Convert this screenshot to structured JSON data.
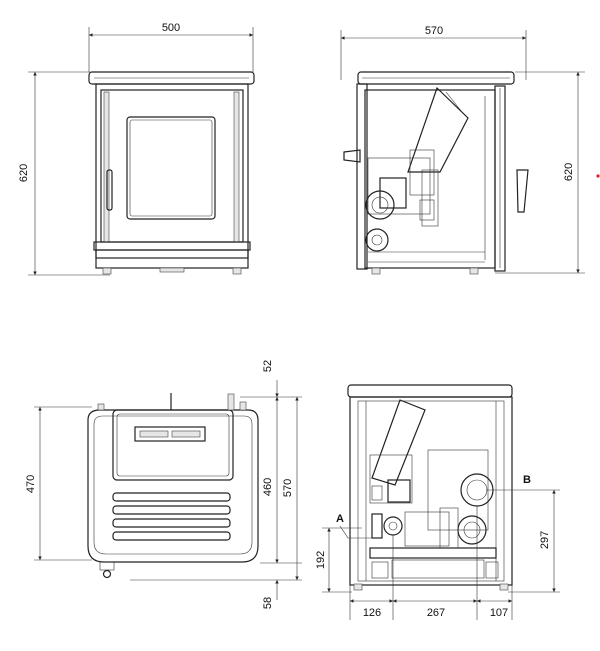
{
  "front_view": {
    "width_dim": "500",
    "height_dim": "620"
  },
  "side_view": {
    "width_dim": "570",
    "height_dim": "620"
  },
  "rear_panel_view": {
    "top_dim": "52",
    "height_left_dim": "470",
    "height_inner_dim": "460",
    "height_outer_dim": "570",
    "bottom_dim": "58"
  },
  "rear_internal_view": {
    "label_a": "A",
    "label_b": "B",
    "dim_a_height": "192",
    "dim_b_height": "297",
    "dim_left": "126",
    "dim_mid": "267",
    "dim_right": "107"
  },
  "colors": {
    "line": "#222222",
    "accent_dot": "#e0201a"
  }
}
